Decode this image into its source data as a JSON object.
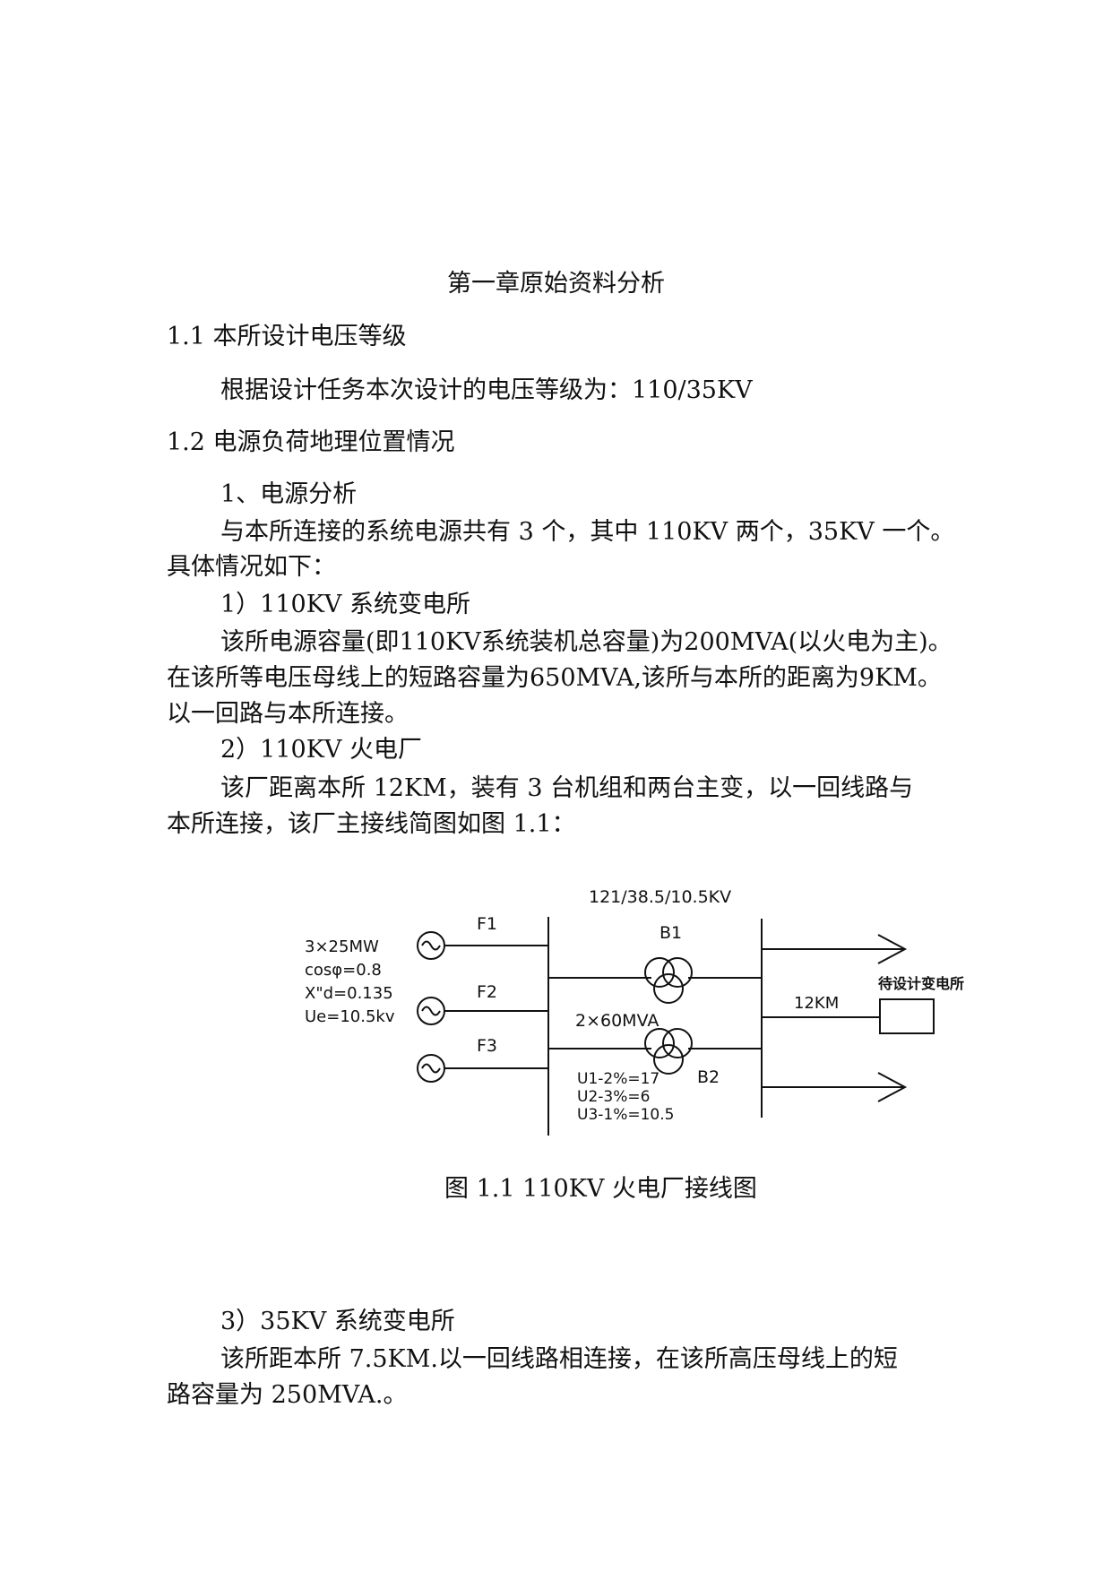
{
  "chapter_title": "第一章原始资料分析",
  "section_1_1": {
    "heading": "1.1 本所设计电压等级",
    "text": "根据设计任务本次设计的电压等级为：110/35KV"
  },
  "section_1_2": {
    "heading": "1.2 电源负荷地理位置情况",
    "item1_heading": "1、电源分析",
    "para1_line1": "与本所连接的系统电源共有 3 个，其中 110KV 两个，35KV 一个。",
    "para1_line2": "具体情况如下：",
    "sub1_heading": "1）110KV 系统变电所",
    "sub1_line1": "该所电源容量(即110KV系统装机总容量)为200MVA(以火电为主)。",
    "sub1_line2": "在该所等电压母线上的短路容量为650MVA,该所与本所的距离为9KM。",
    "sub1_line3": "以一回路与本所连接。",
    "sub2_heading": "2）110KV 火电厂",
    "sub2_line1": "该厂距离本所 12KM，装有 3 台机组和两台主变，以一回线路与",
    "sub2_line2": "本所连接，该厂主接线简图如图 1.1：",
    "sub3_heading": "3）35KV 系统变电所",
    "sub3_line1": "该所距本所 7.5KM.以一回线路相连接，在该所高压母线上的短",
    "sub3_line2": "路容量为 250MVA.。"
  },
  "diagram": {
    "transformer_rating": "121/38.5/10.5KV",
    "gen_labels": [
      "F1",
      "F2",
      "F3"
    ],
    "gen_spec": [
      "3×25MW",
      "cosφ=0.8",
      "X\"d=0.135",
      "Ue=10.5kv"
    ],
    "b1_label": "B1",
    "b2_label": "B2",
    "capacity": "2×60MVA",
    "distance": "12KM",
    "target_label": "待设计变电所",
    "impedance": [
      "U1-2%=17",
      "U2-3%=6",
      "U3-1%=10.5"
    ]
  },
  "figure_caption": "图 1.1 110KV 火电厂接线图"
}
